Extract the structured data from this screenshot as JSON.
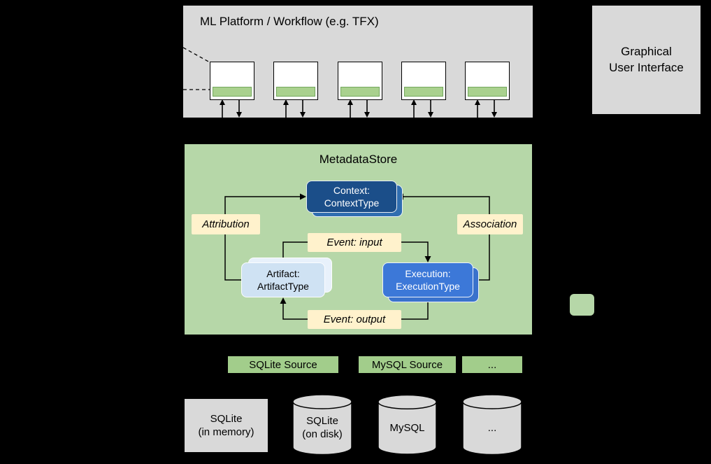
{
  "colors": {
    "background": "#000000",
    "panel_gray": "#d9d9d9",
    "store_green": "#b6d7a8",
    "component_bar_green": "#a9d18e",
    "source_chip_green": "#a2cd8b",
    "edge_label_cream": "#fff2cc",
    "context_blue": "#1b4e89",
    "execution_blue": "#3c78d8",
    "artifact_light_blue": "#cfe2f3"
  },
  "platform": {
    "title": "ML Platform / Workflow (e.g. TFX)",
    "component_count": 5
  },
  "gui": {
    "label": "Graphical\nUser Interface"
  },
  "store": {
    "title": "MetadataStore",
    "context_label": "Context:\nContextType",
    "artifact_label": "Artifact:\nArtifactType",
    "execution_label": "Execution:\nExecutionType",
    "attribution_label": "Attribution",
    "association_label": "Association",
    "event_input_label": "Event: input",
    "event_output_label": "Event: output"
  },
  "sources": {
    "sqlite": "SQLite Source",
    "mysql": "MySQL Source",
    "other": "..."
  },
  "backends": {
    "sqlite_memory": "SQLite\n(in memory)",
    "sqlite_disk": "SQLite\n(on disk)",
    "mysql": "MySQL",
    "other": "..."
  }
}
